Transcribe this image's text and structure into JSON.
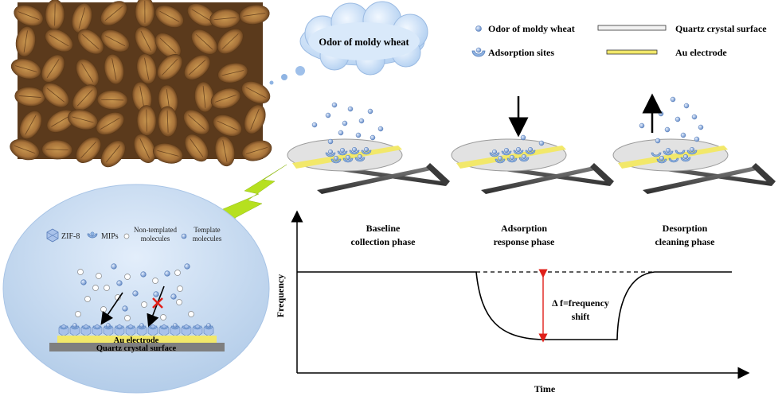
{
  "cloud_text": "Odor of moldy wheat",
  "legend_top": {
    "odor": "Odor of moldy wheat",
    "adsorption_sites": "Adsorption sites",
    "quartz": "Quartz crystal surface",
    "au": "Au electrode"
  },
  "phases": [
    {
      "line1": "Baseline",
      "line2": "collection phase"
    },
    {
      "line1": "Adsorption",
      "line2": "response phase"
    },
    {
      "line1": "Desorption",
      "line2": "cleaning phase"
    }
  ],
  "axes": {
    "y": "Frequency",
    "x": "Time"
  },
  "shift_label": {
    "line1": "Δ f=frequency",
    "line2": "shift"
  },
  "bubble": {
    "legend": {
      "zif8": "ZIF-8",
      "mips": "MIPs",
      "non_templated_1": "Non-templated",
      "non_templated_2": "molecules",
      "template_1": "Template",
      "template_2": "molecules"
    },
    "au": "Au electrode",
    "quartz": "Quartz crystal surface"
  },
  "colors": {
    "electrode": "#f2e86a",
    "molecule": "#8fb4e3",
    "disk": "#e2e2e2",
    "bubble": "#c9dcf1",
    "arrow_red": "#e0201a",
    "lightning": "#b6e01f"
  }
}
